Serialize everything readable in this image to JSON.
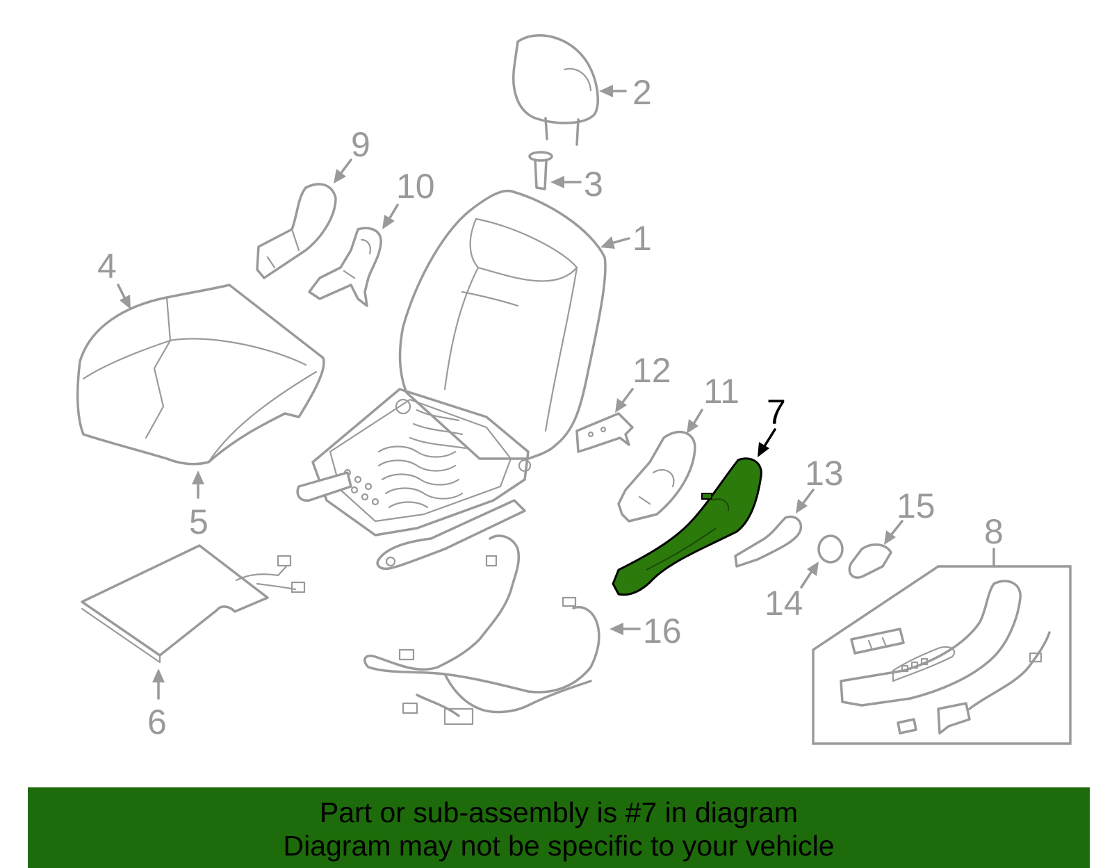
{
  "diagram": {
    "highlight_color": "#2b7a0b",
    "line_color": "#9a9a9a",
    "callouts": [
      {
        "id": "1",
        "label": "1"
      },
      {
        "id": "2",
        "label": "2"
      },
      {
        "id": "3",
        "label": "3"
      },
      {
        "id": "4",
        "label": "4"
      },
      {
        "id": "5",
        "label": "5"
      },
      {
        "id": "6",
        "label": "6"
      },
      {
        "id": "7",
        "label": "7",
        "highlighted": true
      },
      {
        "id": "8",
        "label": "8"
      },
      {
        "id": "9",
        "label": "9"
      },
      {
        "id": "10",
        "label": "10"
      },
      {
        "id": "11",
        "label": "11"
      },
      {
        "id": "12",
        "label": "12"
      },
      {
        "id": "13",
        "label": "13"
      },
      {
        "id": "14",
        "label": "14"
      },
      {
        "id": "15",
        "label": "15"
      },
      {
        "id": "16",
        "label": "16"
      }
    ]
  },
  "footer": {
    "background": "#1d6b0a",
    "line1": "Part or sub-assembly is #7 in diagram",
    "line2": "Diagram may not be specific to your vehicle"
  }
}
